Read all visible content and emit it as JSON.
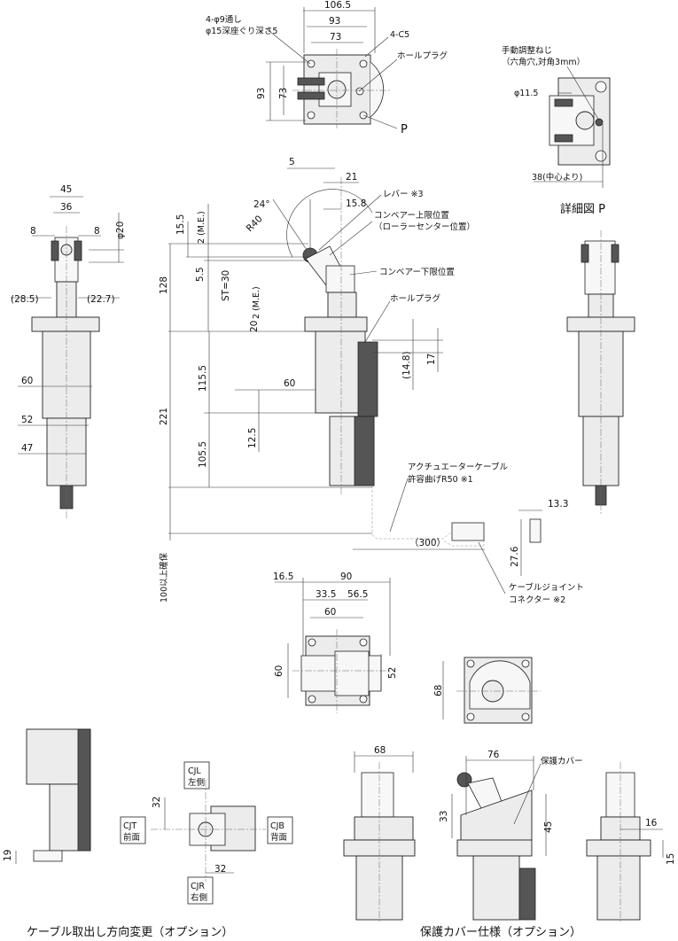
{
  "top_view": {
    "width_overall": "106.5",
    "width_outer": "93",
    "width_inner": "73",
    "height_outer": "93",
    "height_inner": "73",
    "hole_note_1": "4-φ9通し",
    "hole_note_2": "φ15深座ぐり深さ5",
    "chamfer": "4-C5",
    "hole_plug": "ホールプラグ",
    "detail_ref": "P"
  },
  "detail_p": {
    "screw_note_1": "手動調整ねじ",
    "screw_note_2": "（六角穴,対角3mm）",
    "dia": "φ11.5",
    "from_center": "38(中心より)",
    "title": "詳細図 P"
  },
  "left_side": {
    "width_top": "45",
    "width_36": "36",
    "side_8_left": "8",
    "side_8_right": "8",
    "dia_20": "φ20",
    "ref_28_5": "(28.5)",
    "ref_22_7": "(22.7)",
    "w60": "60",
    "w52": "52",
    "w47": "47"
  },
  "front_view": {
    "d5": "5",
    "d21": "21",
    "d15_8": "15.8",
    "angle": "24°",
    "radius": "R40",
    "d15_5": "15.5",
    "me_top": "2 (M.E.)",
    "d5_5": "5.5",
    "stroke": "ST=30",
    "me_bottom": "2 (M.E.)",
    "d128": "128",
    "d20": "20",
    "d115_5": "115.5",
    "d221": "221",
    "d105_5": "105.5",
    "d12_5": "12.5",
    "w60": "60",
    "d14_8": "(14.8)",
    "d17": "17",
    "lever": "レバー ※3",
    "upper_1": "コンベアー上限位置",
    "upper_2": "（ローラーセンター位置）",
    "lower": "コンベアー下限位置",
    "hole_plug": "ホールプラグ",
    "cable_1": "アクチュエーターケーブル",
    "cable_2": "許容曲げR50 ※1",
    "cable_len": "（300）",
    "clearance": "100以上確保",
    "connector_1": "ケーブルジョイント",
    "connector_2": "コネクター ※2",
    "conn_w": "13.3",
    "conn_h": "27.6"
  },
  "bottom_view": {
    "d16_5": "16.5",
    "d90": "90",
    "d33_5": "33.5",
    "d56_5": "56.5",
    "w60": "60",
    "h60": "60",
    "h52": "52"
  },
  "cover_top": {
    "h68": "68"
  },
  "cable_direction": {
    "jl_1": "CJL",
    "jl_2": "左側",
    "jt_1": "CJT",
    "jt_2": "前面",
    "jb_1": "CJB",
    "jb_2": "背面",
    "jr_1": "CJR",
    "jr_2": "右側",
    "d32_v": "32",
    "d32_h": "32",
    "d19": "19",
    "caption": "ケーブル取出し方向変更（オプション）"
  },
  "cover_spec": {
    "w68": "68",
    "w76": "76",
    "h33": "33",
    "h45": "45",
    "w16": "16",
    "h15": "15",
    "cover_label": "保護カバー",
    "caption": "保護カバー仕様（オプション）"
  }
}
